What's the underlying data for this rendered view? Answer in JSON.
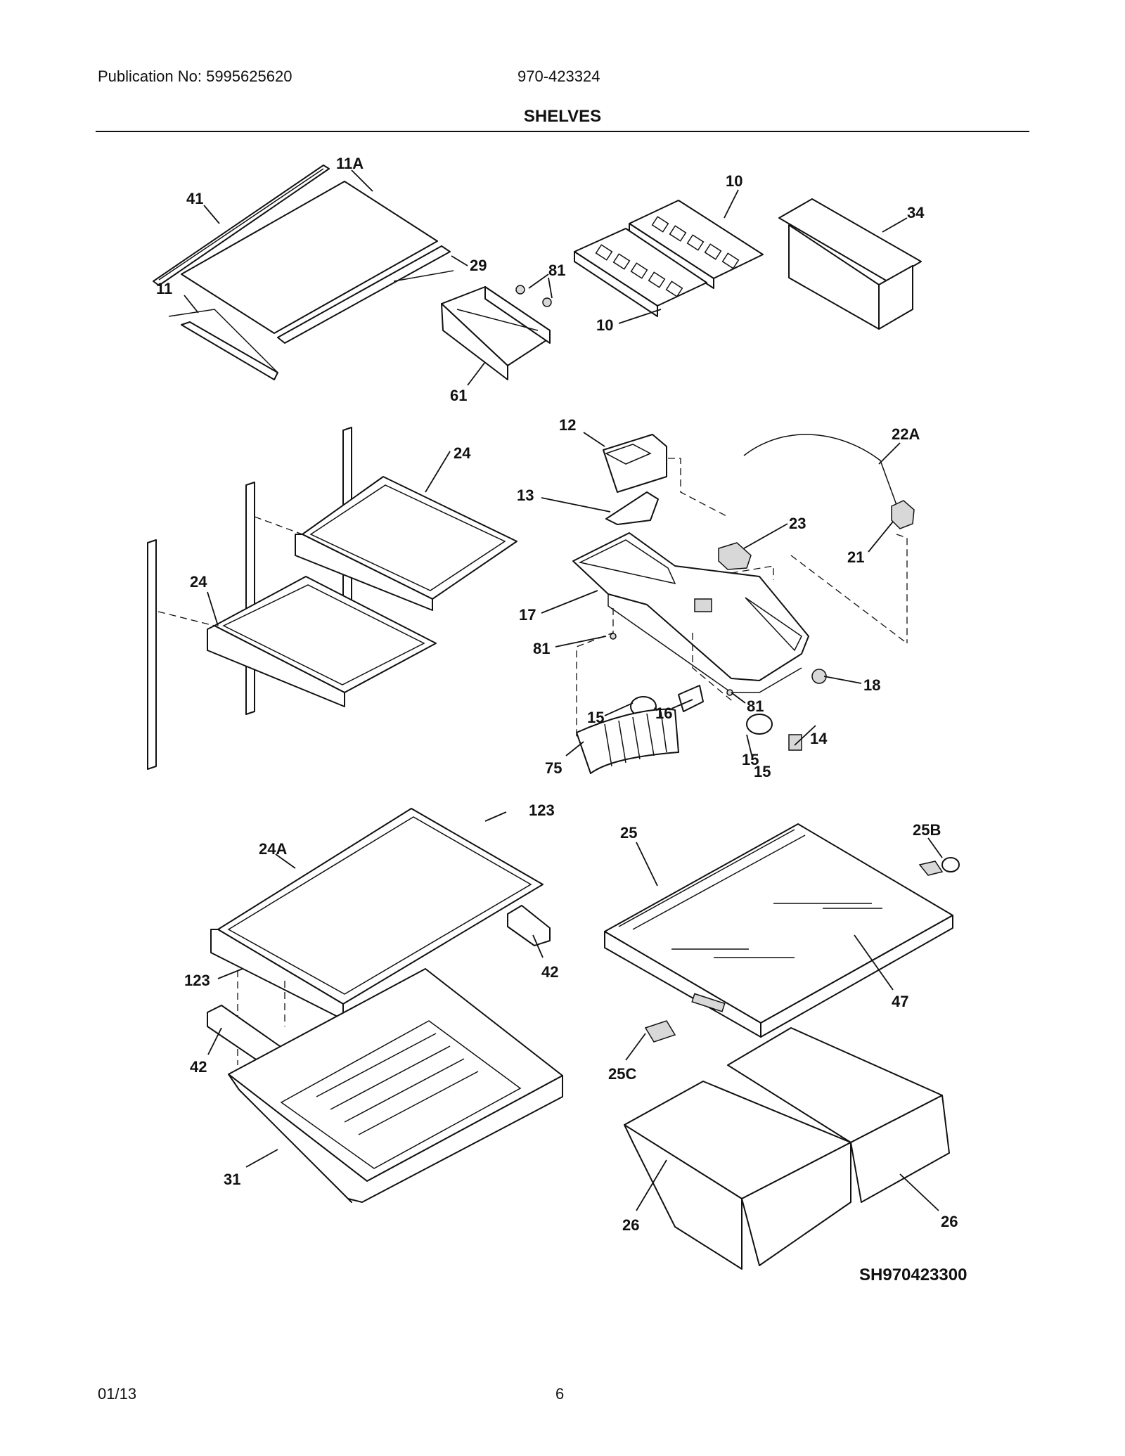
{
  "header": {
    "publication": "Publication No: 5995625620",
    "model": "970-423324",
    "title": "SHELVES"
  },
  "diagram": {
    "id": "SH970423300",
    "callouts": {
      "c41": "41",
      "c11A": "11A",
      "c11": "11",
      "c29": "29",
      "c81a": "81",
      "c61": "61",
      "c10a": "10",
      "c10b": "10",
      "c34": "34",
      "c12": "12",
      "c22A": "22A",
      "c13": "13",
      "c23": "23",
      "c21": "21",
      "c17": "17",
      "c81b": "81",
      "c81c": "81",
      "c18": "18",
      "c14": "14",
      "c15a": "15",
      "c16": "16",
      "c15b": "15",
      "c15c": "15",
      "c75": "75",
      "c24a": "24",
      "c24b": "24",
      "c123a": "123",
      "c24A": "24A",
      "c123b": "123",
      "c42a": "42",
      "c42b": "42",
      "c31": "31",
      "c25": "25",
      "c25B": "25B",
      "c47": "47",
      "c25C": "25C",
      "c26a": "26",
      "c26b": "26"
    }
  },
  "footer": {
    "date": "01/13",
    "page": "6"
  }
}
